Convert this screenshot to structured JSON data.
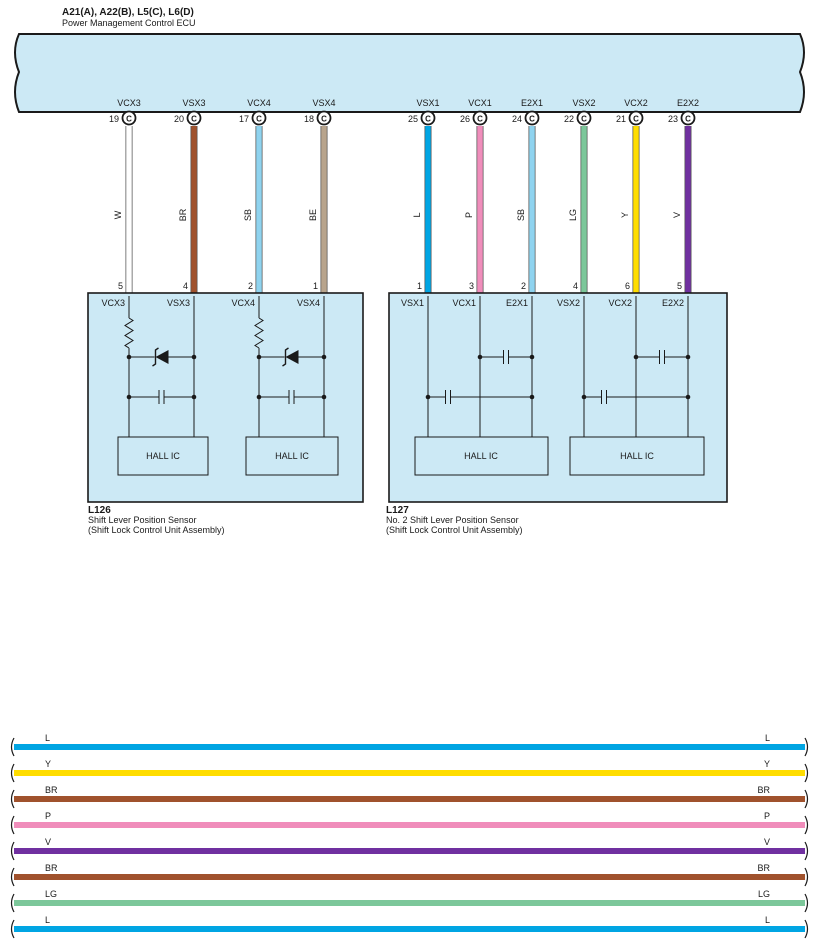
{
  "ecu": {
    "code": "A21(A), A22(B), L5(C), L6(D)",
    "name": "Power Management Control ECU",
    "terminals": [
      {
        "signal": "VCX3",
        "pin": "19",
        "conn": "C",
        "wire": "W",
        "color": "#ffffff",
        "sensor_pin": "5"
      },
      {
        "signal": "VSX3",
        "pin": "20",
        "conn": "C",
        "wire": "BR",
        "color": "#a0522d",
        "sensor_pin": "4"
      },
      {
        "signal": "VCX4",
        "pin": "17",
        "conn": "C",
        "wire": "SB",
        "color": "#8fd3ef",
        "sensor_pin": "2"
      },
      {
        "signal": "VSX4",
        "pin": "18",
        "conn": "C",
        "wire": "BE",
        "color": "#b8a48c",
        "sensor_pin": "1"
      },
      {
        "signal": "VSX1",
        "pin": "25",
        "conn": "C",
        "wire": "L",
        "color": "#00a5e3",
        "sensor_pin": "1"
      },
      {
        "signal": "VCX1",
        "pin": "26",
        "conn": "C",
        "wire": "P",
        "color": "#f08dbb",
        "sensor_pin": "3"
      },
      {
        "signal": "E2X1",
        "pin": "24",
        "conn": "C",
        "wire": "SB",
        "color": "#8fd3ef",
        "sensor_pin": "2"
      },
      {
        "signal": "VSX2",
        "pin": "22",
        "conn": "C",
        "wire": "LG",
        "color": "#7cc79a",
        "sensor_pin": "4"
      },
      {
        "signal": "VCX2",
        "pin": "21",
        "conn": "C",
        "wire": "Y",
        "color": "#ffdd00",
        "sensor_pin": "6"
      },
      {
        "signal": "E2X2",
        "pin": "23",
        "conn": "C",
        "wire": "V",
        "color": "#7030a0",
        "sensor_pin": "5"
      }
    ]
  },
  "sensor1": {
    "code": "L126",
    "name": "Shift Lever Position Sensor",
    "sub": "(Shift Lock Control Unit Assembly)",
    "pins": [
      "VCX3",
      "VSX3",
      "VCX4",
      "VSX4"
    ],
    "ic_labels": [
      "HALL IC",
      "HALL IC"
    ]
  },
  "sensor2": {
    "code": "L127",
    "name": "No.  2 Shift Lever Position Sensor",
    "sub": "(Shift Lock Control Unit Assembly)",
    "pins": [
      "VSX1",
      "VCX1",
      "E2X1",
      "VSX2",
      "VCX2",
      "E2X2"
    ],
    "ic_labels": [
      "HALL IC",
      "HALL IC"
    ]
  },
  "legend": [
    {
      "code": "L",
      "color": "#00a5e3"
    },
    {
      "code": "Y",
      "color": "#ffdd00"
    },
    {
      "code": "BR",
      "color": "#a0522d"
    },
    {
      "code": "P",
      "color": "#f08dbb"
    },
    {
      "code": "V",
      "color": "#7030a0"
    },
    {
      "code": "BR",
      "color": "#a0522d"
    },
    {
      "code": "LG",
      "color": "#7cc79a"
    },
    {
      "code": "L",
      "color": "#00a5e3"
    }
  ],
  "colors": {
    "box_fill": "#cce9f5",
    "line": "#1a1a1a"
  }
}
